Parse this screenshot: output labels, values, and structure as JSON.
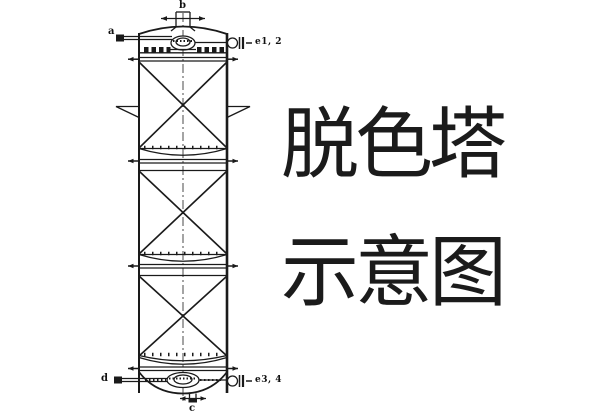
{
  "page": {
    "background": "#ffffff"
  },
  "title": {
    "line1": "脱色塔",
    "line2": "示意图",
    "color": "#1b1b1b"
  },
  "diagram": {
    "description": "decolorization-tower-schematic",
    "line_color": "#1a1a1a",
    "labels": {
      "a": "a",
      "b": "b",
      "c": "c",
      "d": "d",
      "e12": "e1, 2",
      "e34": "e3, 4"
    }
  }
}
